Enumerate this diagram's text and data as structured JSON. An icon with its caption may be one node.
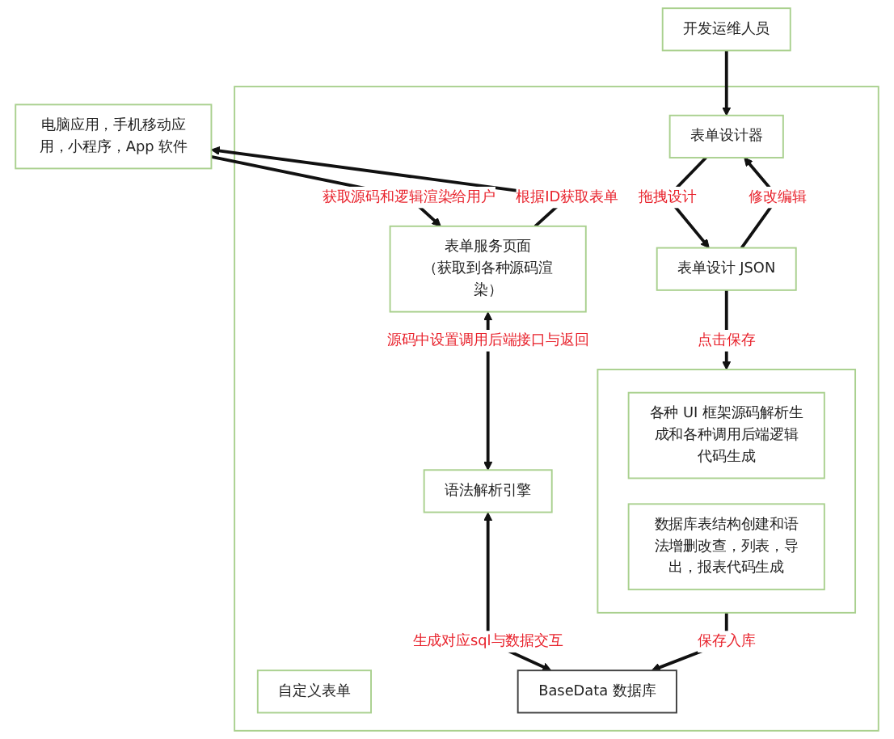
{
  "diagram": {
    "nodes": [
      {
        "text": [
          "开发运维人员"
        ]
      },
      {
        "text": [
          "电脑应用，手机移动应用，小程序，App 软件"
        ]
      },
      {
        "text": [],
        "shape": "box"
      },
      {
        "text": [
          "自定义表单"
        ],
        "in": 2
      },
      {
        "text": [
          "表单设计器"
        ],
        "in": 2
      },
      {
        "text": [
          "表单设计 JSON"
        ],
        "in": 2
      },
      {
        "text": [],
        "shape": "box",
        "in": 2
      },
      {
        "text": [
          "各种 UI 框架源码解析生成和各种调用后端逻辑代码生成"
        ],
        "in": 6
      },
      {
        "text": [
          "数据库表结构创建和语法增删改查，列表，导出，报表代码生成"
        ],
        "in": 6
      },
      {
        "text": [
          "表单服务页面",
          "（获取到各种源码渲染）"
        ],
        "in": 2
      },
      {
        "text": [
          "语法解析引擎"
        ],
        "in": 2
      },
      {
        "text": [
          "BaseData 数据库"
        ],
        "in": 2
      }
    ],
    "edges": [
      {
        "from": 0,
        "to": 4,
        "arrow": "to"
      },
      {
        "from": 4,
        "to": 5,
        "arrow": "to",
        "label": "拖拽设计"
      },
      {
        "from": 5,
        "to": 4,
        "arrow": "to",
        "label": "修改编辑"
      },
      {
        "from": 5,
        "to": 6,
        "arrow": "to",
        "label": "点击保存"
      },
      {
        "from": 9,
        "to": 1,
        "arrow": "to",
        "label": "根据ID获取表单"
      },
      {
        "from": 1,
        "to": 9,
        "arrow": "to",
        "label": "获取源码和逻辑渲染给用户"
      },
      {
        "from": 9,
        "to": 10,
        "arrow": "both",
        "label": "源码中设置调用后端接口与返回"
      },
      {
        "from": 10,
        "to": 11,
        "arrow": "both",
        "label": "生成对应sql与数据交互"
      },
      {
        "from": 6,
        "to": 11,
        "arrow": "to",
        "label": "保存入库"
      }
    ]
  }
}
